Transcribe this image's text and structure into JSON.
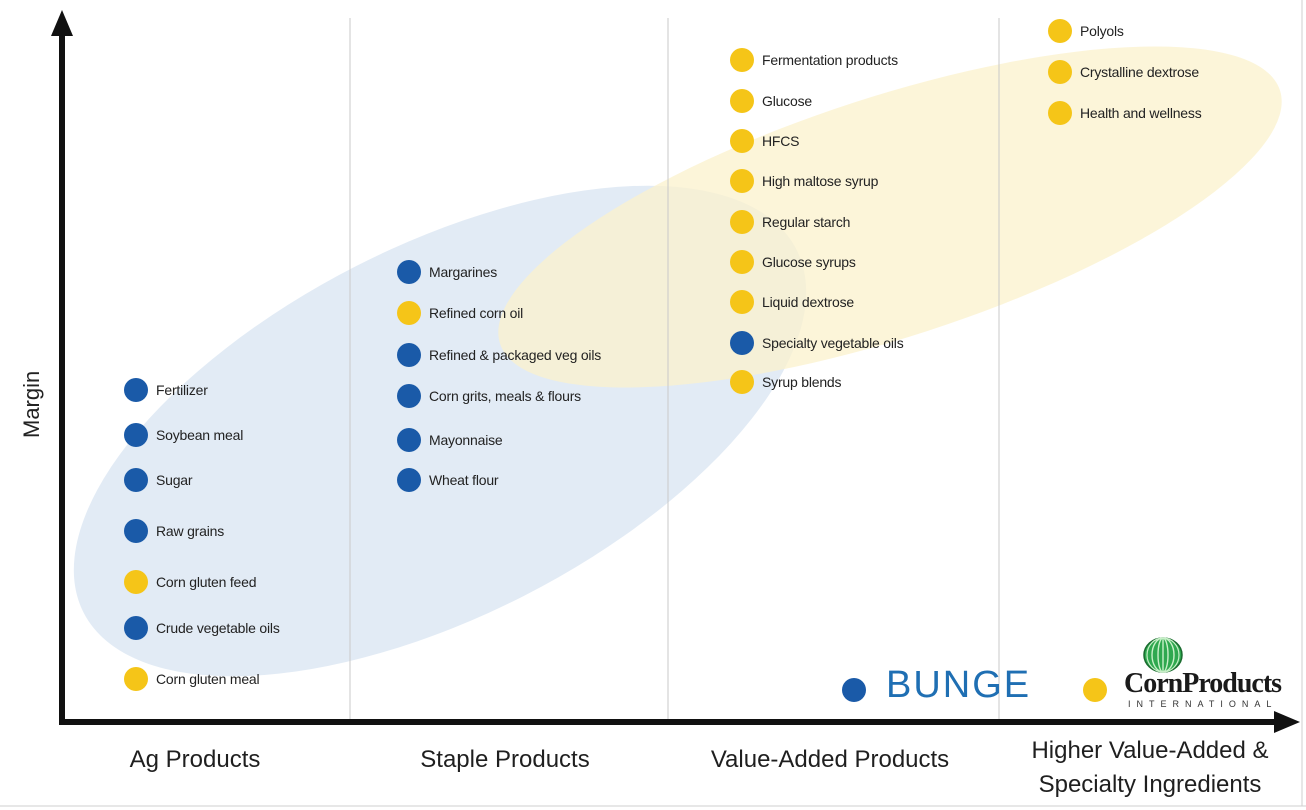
{
  "axis": {
    "y_label": "Margin"
  },
  "categories": [
    {
      "label": "Ag Products"
    },
    {
      "label": "Staple Products"
    },
    {
      "label": "Value-Added Products"
    },
    {
      "label": "Higher Value-Added &",
      "label2": "Specialty Ingredients"
    }
  ],
  "columns": [
    {
      "items": [
        {
          "label": "Fertilizer",
          "company": "Bunge"
        },
        {
          "label": "Soybean meal",
          "company": "Bunge"
        },
        {
          "label": "Sugar",
          "company": "Bunge"
        },
        {
          "label": "Raw grains",
          "company": "Bunge"
        },
        {
          "label": "Corn gluten feed",
          "company": "Corn Products"
        },
        {
          "label": "Crude vegetable oils",
          "company": "Bunge"
        },
        {
          "label": "Corn gluten meal",
          "company": "Corn Products"
        }
      ]
    },
    {
      "items": [
        {
          "label": "Margarines",
          "company": "Bunge"
        },
        {
          "label": "Refined corn oil",
          "company": "Corn Products"
        },
        {
          "label": "Refined & packaged veg oils",
          "company": "Bunge"
        },
        {
          "label": "Corn grits, meals & flours",
          "company": "Bunge"
        },
        {
          "label": "Mayonnaise",
          "company": "Bunge"
        },
        {
          "label": "Wheat flour",
          "company": "Bunge"
        }
      ]
    },
    {
      "items": [
        {
          "label": "Fermentation products",
          "company": "Corn Products"
        },
        {
          "label": "Glucose",
          "company": "Corn Products"
        },
        {
          "label": "HFCS",
          "company": "Corn Products"
        },
        {
          "label": "High maltose syrup",
          "company": "Corn Products"
        },
        {
          "label": "Regular starch",
          "company": "Corn Products"
        },
        {
          "label": "Glucose syrups",
          "company": "Corn Products"
        },
        {
          "label": "Liquid dextrose",
          "company": "Corn Products"
        },
        {
          "label": "Specialty vegetable oils",
          "company": "Bunge"
        },
        {
          "label": "Syrup blends",
          "company": "Corn Products"
        }
      ]
    },
    {
      "items": [
        {
          "label": "Polyols",
          "company": "Corn Products"
        },
        {
          "label": "Crystalline dextrose",
          "company": "Corn Products"
        },
        {
          "label": "Health and wellness",
          "company": "Corn Products"
        }
      ]
    }
  ],
  "legend": {
    "bunge_text": "BUNGE",
    "corn_products_text": "CornProducts",
    "corn_products_sub": "INTERNATIONAL"
  },
  "colors": {
    "bunge": "#1a5aa8",
    "corn_products": "#f5c518",
    "blue_region": "#dde7f3",
    "gold_region": "#fbf1cc"
  }
}
